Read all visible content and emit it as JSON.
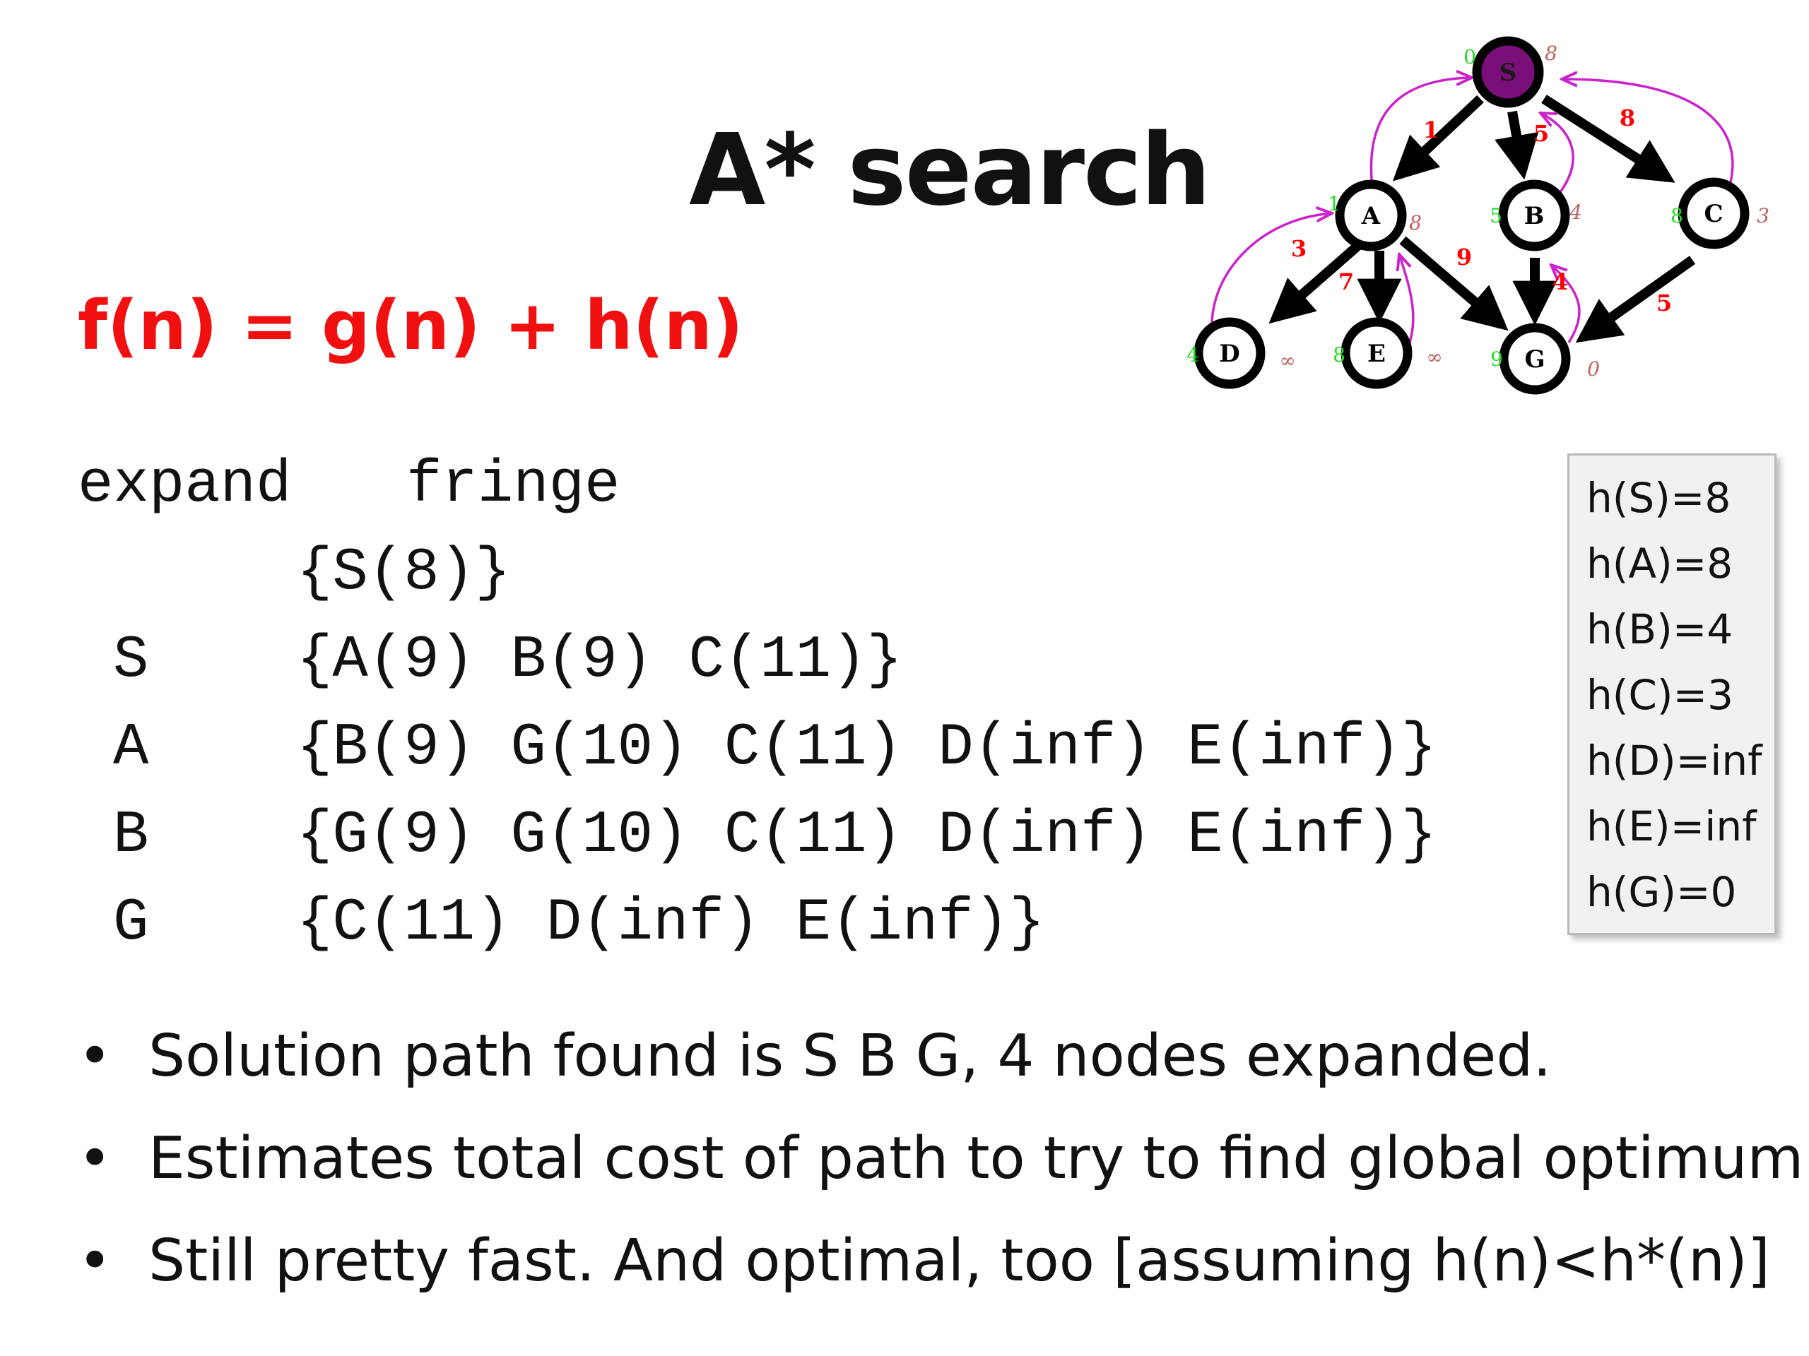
{
  "title": "A* search",
  "formula": "f(n) = g(n) + h(n)",
  "trace": {
    "header": {
      "expand": "expand",
      "fringe": "fringe"
    },
    "rows": [
      {
        "expand": "",
        "fringe": "{S(8)}"
      },
      {
        "expand": "S",
        "fringe": "{A(9) B(9) C(11)}"
      },
      {
        "expand": "A",
        "fringe": "{B(9) G(10) C(11) D(inf) E(inf)}"
      },
      {
        "expand": "B",
        "fringe": "{G(9) G(10) C(11) D(inf) E(inf)}"
      },
      {
        "expand": "G",
        "fringe": "{C(11) D(inf) E(inf)}"
      }
    ]
  },
  "heuristics": [
    "h(S)=8",
    "h(A)=8",
    "h(B)=4",
    "h(C)=3",
    "h(D)=inf",
    "h(E)=inf",
    "h(G)=0"
  ],
  "bullets": [
    "Solution path found is S B G, 4 nodes expanded.",
    "Estimates total cost of path to try to find global optimum",
    "Still pretty fast. And optimal, too [assuming h(n)<h*(n)]"
  ],
  "graph": {
    "nodes": [
      {
        "id": "S",
        "g": "0",
        "h": "8"
      },
      {
        "id": "A",
        "g": "1",
        "h": "8"
      },
      {
        "id": "B",
        "g": "5",
        "h": "4"
      },
      {
        "id": "C",
        "g": "8",
        "h": "3"
      },
      {
        "id": "D",
        "g": "4",
        "h": "∞"
      },
      {
        "id": "E",
        "g": "8",
        "h": "∞"
      },
      {
        "id": "G",
        "g": "9",
        "h": "0"
      }
    ],
    "edges": [
      {
        "from": "S",
        "to": "A",
        "cost": "1"
      },
      {
        "from": "S",
        "to": "B",
        "cost": "5"
      },
      {
        "from": "S",
        "to": "C",
        "cost": "8"
      },
      {
        "from": "A",
        "to": "D",
        "cost": "3"
      },
      {
        "from": "A",
        "to": "E",
        "cost": "7"
      },
      {
        "from": "A",
        "to": "G",
        "cost": "9"
      },
      {
        "from": "B",
        "to": "G",
        "cost": "4"
      },
      {
        "from": "C",
        "to": "G",
        "cost": "5"
      }
    ],
    "colors": {
      "cost": "#ff0000",
      "g": "#22dd22",
      "h": "#c06060",
      "backpointer": "#cc22cc",
      "start_fill": "#7a0f7a"
    }
  }
}
